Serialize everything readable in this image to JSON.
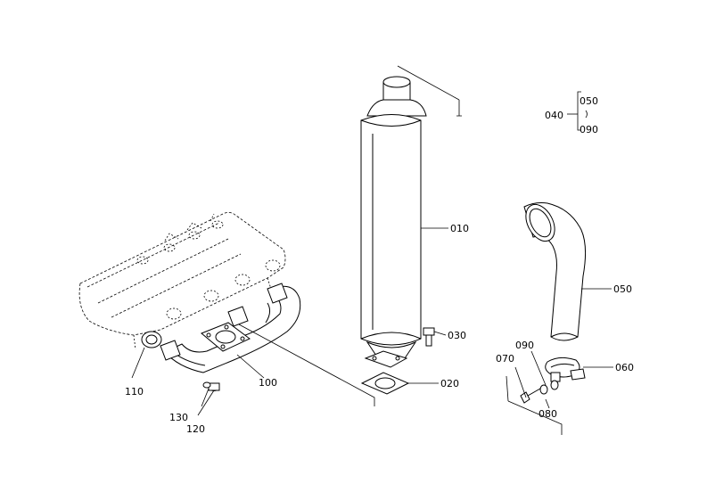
{
  "callouts": {
    "p010": "010",
    "p020": "020",
    "p030": "030",
    "p040": "040",
    "p050": "050",
    "p050b": "050",
    "p060": "060",
    "p070": "070",
    "p080": "080",
    "p090": "090",
    "p090b": "090",
    "p100": "100",
    "p110": "110",
    "p120": "120",
    "p130": "130"
  }
}
